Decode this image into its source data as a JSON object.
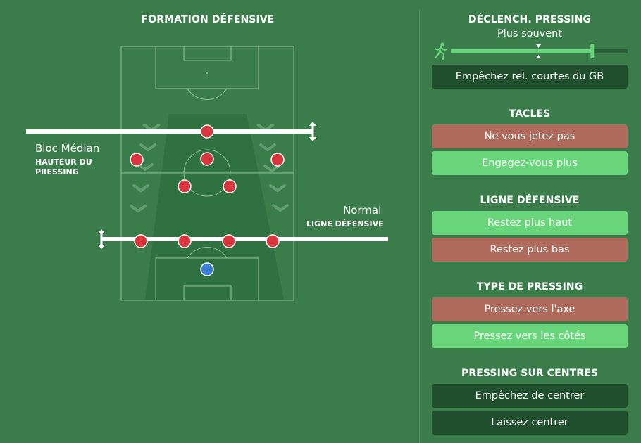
{
  "formation": {
    "title": "FORMATION DÉFENSIVE",
    "pressing_height_value": "Bloc Médian",
    "pressing_height_label": "HAUTEUR DU PRESSING",
    "defensive_line_value": "Normal",
    "defensive_line_label": "LIGNE DÉFENSIVE",
    "players": [
      {
        "role": "forward",
        "color": "#d9363e"
      },
      {
        "role": "midfielder",
        "color": "#d9363e"
      },
      {
        "role": "midfielder",
        "color": "#d9363e"
      },
      {
        "role": "midfielder",
        "color": "#d9363e"
      },
      {
        "role": "midfielder",
        "color": "#d9363e"
      },
      {
        "role": "midfielder",
        "color": "#d9363e"
      },
      {
        "role": "defender",
        "color": "#d9363e"
      },
      {
        "role": "defender",
        "color": "#d9363e"
      },
      {
        "role": "defender",
        "color": "#d9363e"
      },
      {
        "role": "defender",
        "color": "#d9363e"
      },
      {
        "role": "goalkeeper",
        "color": "#3b7fd6"
      }
    ]
  },
  "pressing_trigger": {
    "title": "DÉCLENCH. PRESSING",
    "value": "Plus souvent",
    "level": 0.8,
    "option": "Empêchez rel. courtes du GB"
  },
  "tackles": {
    "title": "TACLES",
    "options": [
      "Ne vous jetez pas",
      "Engagez-vous plus"
    ]
  },
  "defensive_line": {
    "title": "LIGNE DÉFENSIVE",
    "options": [
      "Restez plus haut",
      "Restez plus bas"
    ]
  },
  "pressing_type": {
    "title": "TYPE DE PRESSING",
    "options": [
      "Pressez vers l'axe",
      "Pressez vers les côtés"
    ]
  },
  "cross_pressing": {
    "title": "PRESSING SUR CENTRES",
    "options": [
      "Empêchez de centrer",
      "Laissez centrer"
    ]
  },
  "colors": {
    "background": "#3a7d4a",
    "option_dark": "#1f4f2d",
    "option_red": "#b06a5c",
    "option_green": "#68d57a",
    "player": "#d9363e",
    "goalkeeper": "#3b7fd6"
  }
}
